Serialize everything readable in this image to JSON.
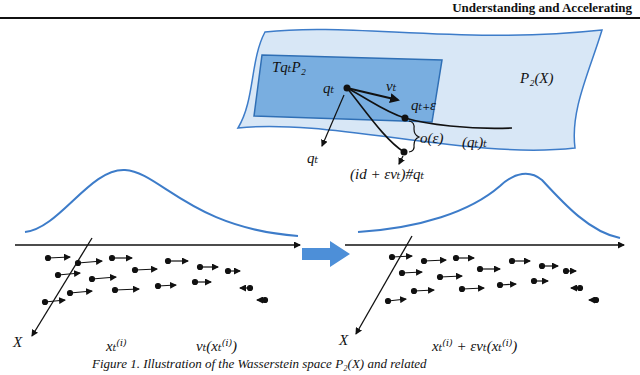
{
  "diagram": {
    "caption": "Figure 1. Illustration of the Wasserstein space P₂(X) and related",
    "nodes": [
      {
        "text": [
          "P₂(X)"
        ]
      },
      {
        "text": [
          "TqₜP₂"
        ],
        "in": 0
      }
    ],
    "labels": [
      "Understanding and Accelerating",
      "qₜ",
      "vₜ",
      "qₜ₊ε",
      "(qₜ)ₜ",
      "o(ε)",
      "qₜ",
      "(id + εvₜ)#qₜ",
      "X",
      "xₜ⁽ⁱ⁾",
      "vₜ(xₜ⁽ⁱ⁾)",
      "X",
      "xₜ⁽ⁱ⁾ + εvₜ(xₜ⁽ⁱ⁾)"
    ]
  }
}
